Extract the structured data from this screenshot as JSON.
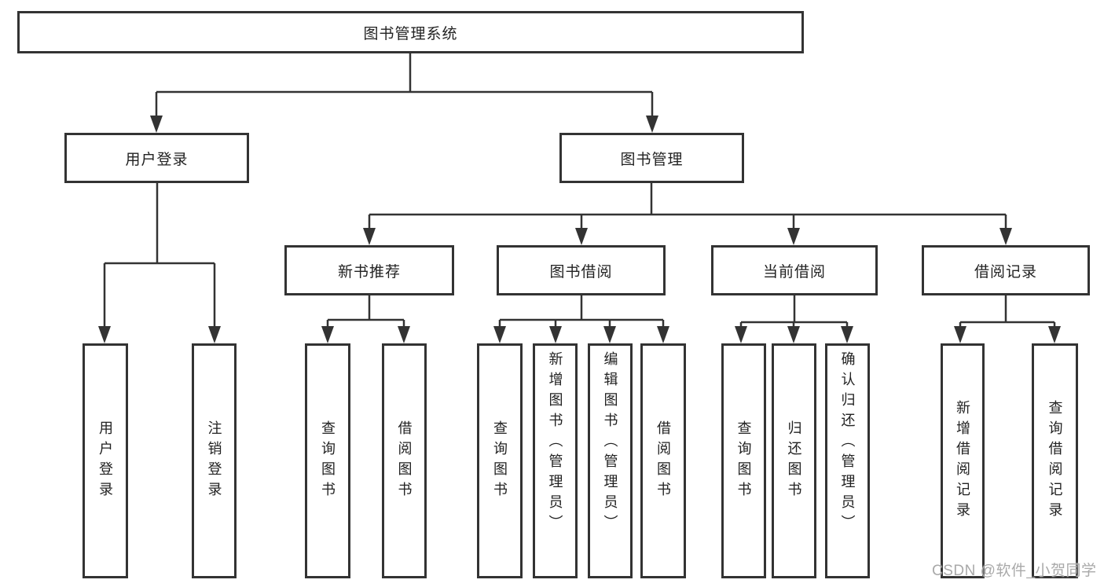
{
  "tree": {
    "root": "图书管理系统",
    "level2": [
      "用户登录",
      "图书管理"
    ],
    "level3": [
      "新书推荐",
      "图书借阅",
      "当前借阅",
      "借阅记录"
    ],
    "leaves": [
      "用户登录",
      "注销登录",
      "查询图书",
      "借阅图书",
      "查询图书",
      "新增图书（管理员）",
      "编辑图书（管理员）",
      "借阅图书",
      "查询图书",
      "归还图书",
      "确认归还（管理员）",
      "新增借阅记录",
      "查询借阅记录"
    ]
  },
  "watermark": "CSDN @软件_小贺同学",
  "colors": {
    "line": "#333333",
    "box_border": "#333333",
    "text": "#222222",
    "background": "#ffffff",
    "watermark": "#a9a9a9"
  }
}
